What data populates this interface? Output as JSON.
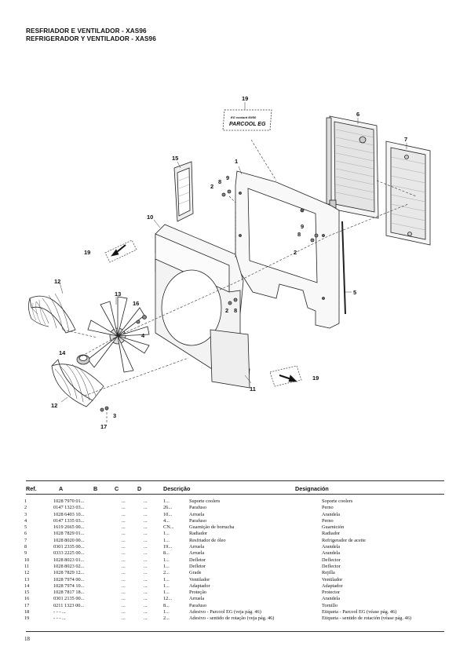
{
  "header": {
    "title_line1": "RESFRIADOR E VENTILADOR - XAS96",
    "title_line2": "REFRIGERADOR Y VENTILADOR - XAS96"
  },
  "diagram": {
    "callouts": {
      "c19_top": "19",
      "c6": "6",
      "c7": "7",
      "c15": "15",
      "c1": "1",
      "c2_a": "2",
      "c8_a": "8",
      "c9_a": "9",
      "c10": "10",
      "c9_b": "9",
      "c8_b": "8",
      "c2_b": "2",
      "c19_left": "19",
      "c12_top": "12",
      "c13": "13",
      "c16": "16",
      "c4": "4",
      "c2_c": "2",
      "c8_c": "8",
      "c5": "5",
      "c14": "14",
      "c19_right": "19",
      "c11": "11",
      "c12_bottom": "12",
      "c3": "3",
      "c17": "17"
    },
    "label_small": "EG coolant 50/50",
    "label_big": "PARCOOL EG"
  },
  "table": {
    "headers": {
      "ref": "Ref.",
      "a": "A",
      "b": "B",
      "c": "C",
      "d": "D",
      "descricao": "Descrição",
      "designacion": "Designación"
    },
    "rows": [
      {
        "ref": "1",
        "a": "1028 7970 01...",
        "b": "...",
        "c": "...",
        "d": "1...",
        "desc": "Suporte coolers",
        "desig": "Soporte coolers"
      },
      {
        "ref": "2",
        "a": "0147 1323 03...",
        "b": "...",
        "c": "...",
        "d": "26...",
        "desc": "Parafuso",
        "desig": "Perno"
      },
      {
        "ref": "3",
        "a": "1028 6403 10...",
        "b": "...",
        "c": "...",
        "d": "10...",
        "desc": "Arruela",
        "desig": "Arandela"
      },
      {
        "ref": "4",
        "a": "0147 1335 03...",
        "b": "...",
        "c": "...",
        "d": "4...",
        "desc": "Parafuso",
        "desig": "Perno"
      },
      {
        "ref": "5",
        "a": "1619 2665 00...",
        "b": "...",
        "c": "...",
        "d": "CN...",
        "desc": "Guarnição de borracha",
        "desig": "Guarnición"
      },
      {
        "ref": "6",
        "a": "1028 7829 01...",
        "b": "...",
        "c": "...",
        "d": "1...",
        "desc": "Radiador",
        "desig": "Radiador"
      },
      {
        "ref": "7",
        "a": "1028 8020 00...",
        "b": "...",
        "c": "...",
        "d": "1...",
        "desc": "Resfriador de óleo",
        "desig": "Refrigerador de aceite"
      },
      {
        "ref": "8",
        "a": "0301 2335 00...",
        "b": "...",
        "c": "...",
        "d": "19...",
        "desc": "Arruela",
        "desig": "Arandela"
      },
      {
        "ref": "9",
        "a": "0333 2225 00...",
        "b": "...",
        "c": "...",
        "d": "8...",
        "desc": "Arruela",
        "desig": "Arandela"
      },
      {
        "ref": "10",
        "a": "1028 8023 01...",
        "b": "...",
        "c": "...",
        "d": "1...",
        "desc": "Defletor",
        "desig": "Deflector"
      },
      {
        "ref": "11",
        "a": "1028 8023 02...",
        "b": "...",
        "c": "...",
        "d": "1...",
        "desc": "Defletor",
        "desig": "Deflector"
      },
      {
        "ref": "12",
        "a": "1028 7829 12...",
        "b": "...",
        "c": "...",
        "d": "2...",
        "desc": "Grade",
        "desig": "Rejilla"
      },
      {
        "ref": "13",
        "a": "1028 7974 00...",
        "b": "...",
        "c": "...",
        "d": "1...",
        "desc": "Ventilador",
        "desig": "Ventilador"
      },
      {
        "ref": "14",
        "a": "1028 7974 10...",
        "b": "...",
        "c": "...",
        "d": "1...",
        "desc": "Adaptador",
        "desig": "Adaptador"
      },
      {
        "ref": "15",
        "a": "1028 7817 18...",
        "b": "...",
        "c": "...",
        "d": "1...",
        "desc": "Proteção",
        "desig": "Protector"
      },
      {
        "ref": "16",
        "a": "0301 2135 00...",
        "b": "...",
        "c": "...",
        "d": "12...",
        "desc": "Arruela",
        "desig": "Arandela"
      },
      {
        "ref": "17",
        "a": "0211 1323 00...",
        "b": "...",
        "c": "...",
        "d": "8...",
        "desc": "Parafuso",
        "desig": "Tornillo"
      },
      {
        "ref": "18",
        "a": "- - -      ...",
        "b": "...",
        "c": "...",
        "d": "1...",
        "desc": "Adesivo - Parcool EG (veja pág. 46)",
        "desig": "Etiqueta - Parcool EG (véase pág. 46)"
      },
      {
        "ref": "19",
        "a": "- - -      ...",
        "b": "...",
        "c": "...",
        "d": "2...",
        "desc": "Adesivo - sentido de rotação (veja pág. 46)",
        "desig": "Etiqueta - sentido de rotación (véase pág. 46)"
      }
    ]
  },
  "footer": {
    "page_number": "18"
  }
}
